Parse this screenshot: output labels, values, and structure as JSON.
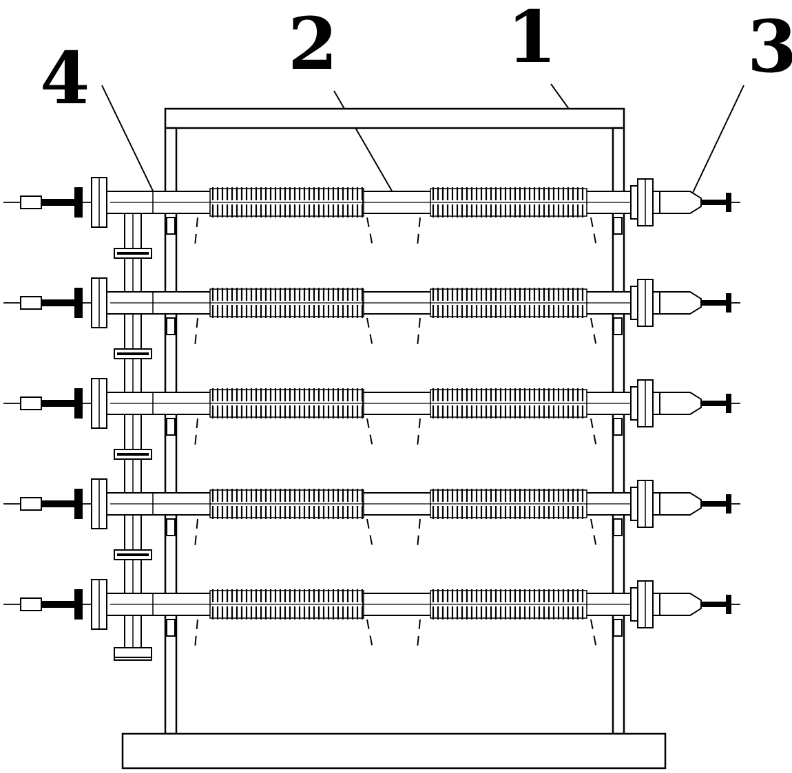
{
  "callouts": [
    {
      "id": "frame",
      "label": "1"
    },
    {
      "id": "tube",
      "label": "2"
    },
    {
      "id": "outlet",
      "label": "3"
    },
    {
      "id": "manifold",
      "label": "4"
    }
  ],
  "tube_rows": 5,
  "colors": {
    "stroke": "#000000",
    "background": "#ffffff"
  }
}
